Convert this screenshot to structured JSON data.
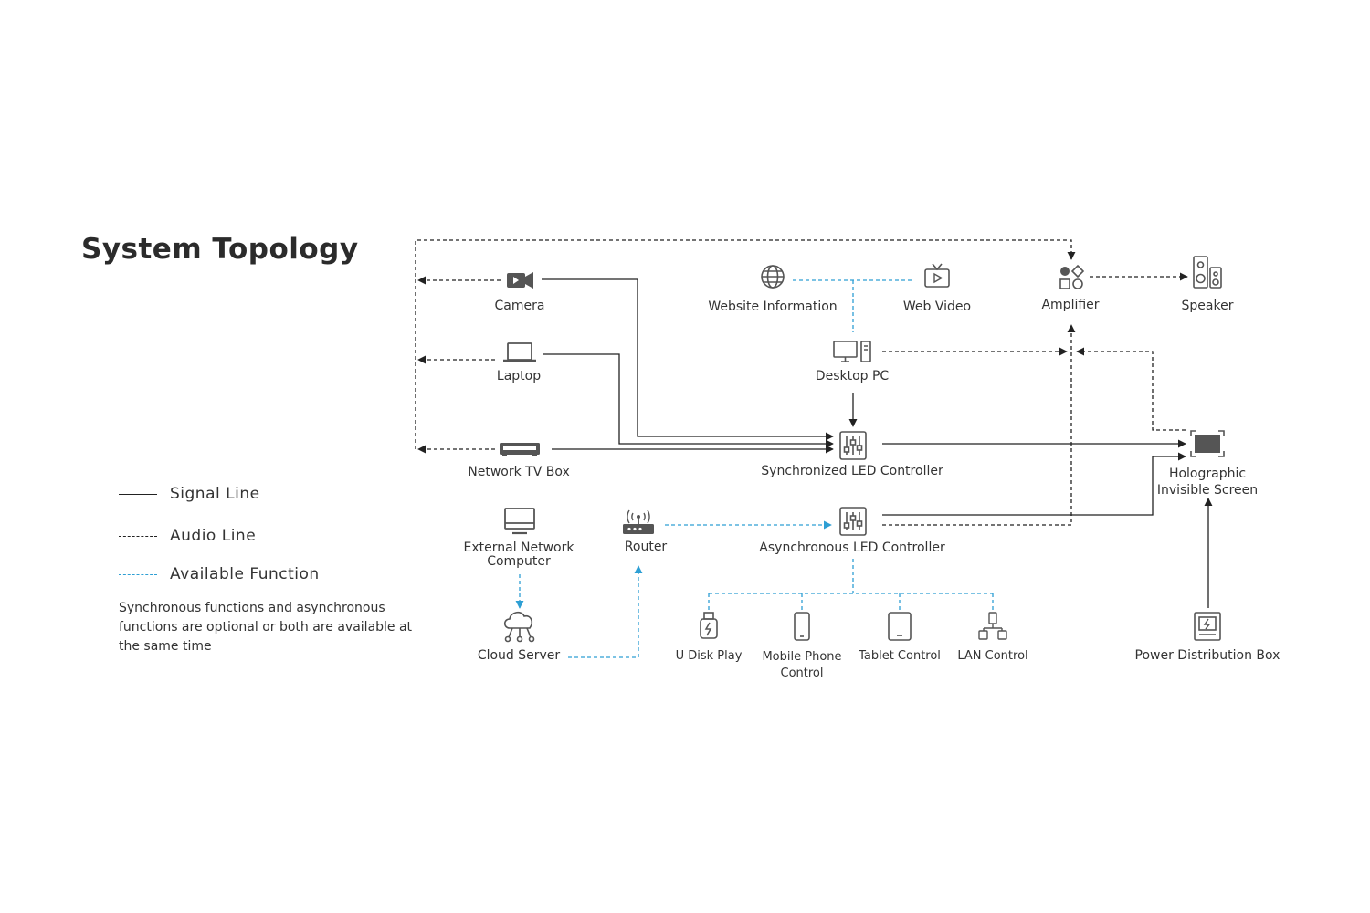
{
  "title": "System Topology",
  "legend": {
    "signal": "Signal Line",
    "audio": "Audio Line",
    "available": "Available Function",
    "note": "Synchronous functions and asynchronous functions are optional or both are available at the same time"
  },
  "colors": {
    "signal": "#222222",
    "audio": "#222222",
    "available": "#2e9fd4",
    "icon": "#555555"
  },
  "nodes": {
    "camera": "Camera",
    "laptop": "Laptop",
    "network_tv_box": "Network TV Box",
    "external_computer": "External Network Computer",
    "cloud_server": "Cloud Server",
    "router": "Router",
    "website_info": "Website Information",
    "web_video": "Web Video",
    "desktop_pc": "Desktop PC",
    "sync_controller": "Synchronized LED Controller",
    "async_controller": "Asynchronous LED Controller",
    "u_disk": "U Disk Play",
    "mobile_phone": "Mobile Phone Control",
    "tablet": "Tablet Control",
    "lan": "LAN Control",
    "amplifier": "Amplifier",
    "speaker": "Speaker",
    "holographic": "Holographic Invisible Screen",
    "power_box": "Power Distribution Box"
  }
}
